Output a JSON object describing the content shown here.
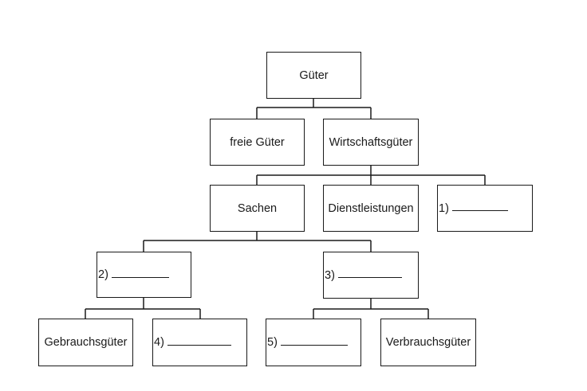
{
  "nodes": {
    "gueter": "Güter",
    "freie_gueter": "freie Güter",
    "wirtschaftsgueter": "Wirtschaftsgüter",
    "sachen": "Sachen",
    "dienstleistungen": "Dienstleistungen",
    "blank1": "1)",
    "blank2": "2)",
    "blank3": "3)",
    "gebrauchsgueter": "Gebrauchsgüter",
    "blank4": "4)",
    "blank5": "5)",
    "verbrauchsgueter": "Verbrauchsgüter"
  }
}
